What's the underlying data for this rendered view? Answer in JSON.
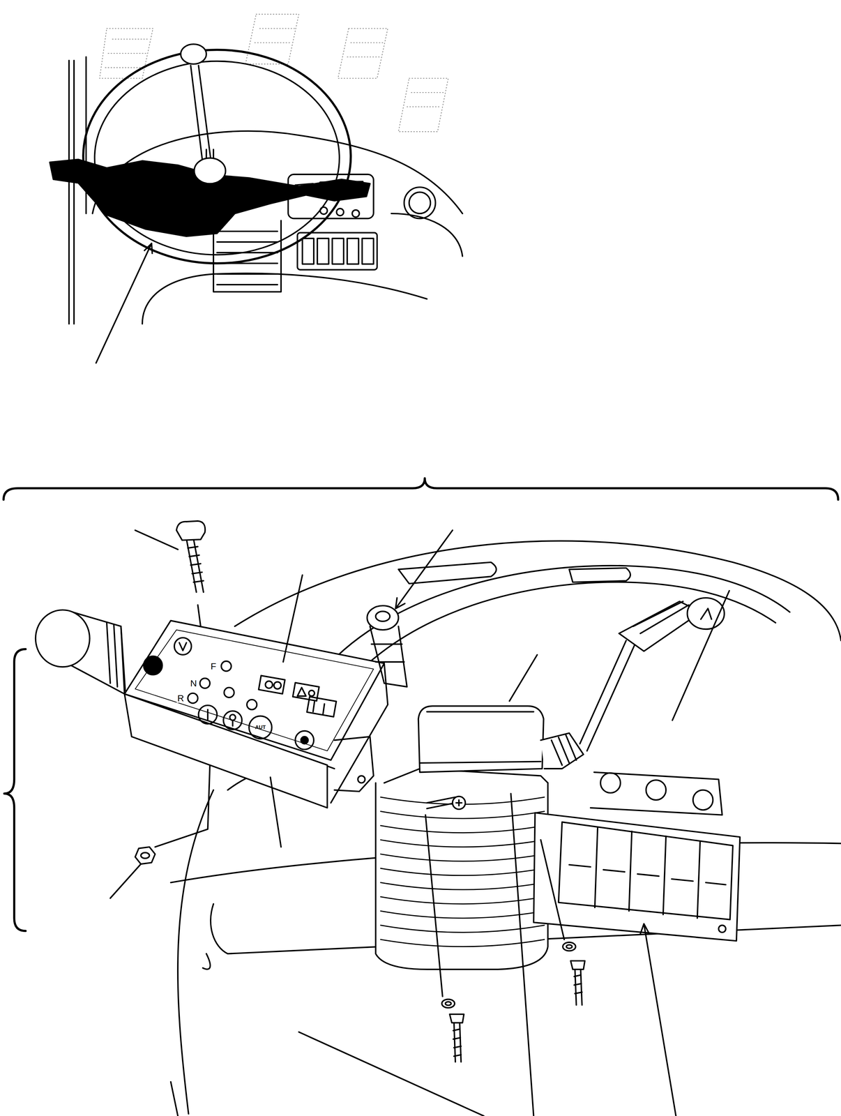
{
  "diagram": {
    "labels": [
      "F",
      "N",
      "R",
      "AUT"
    ]
  }
}
